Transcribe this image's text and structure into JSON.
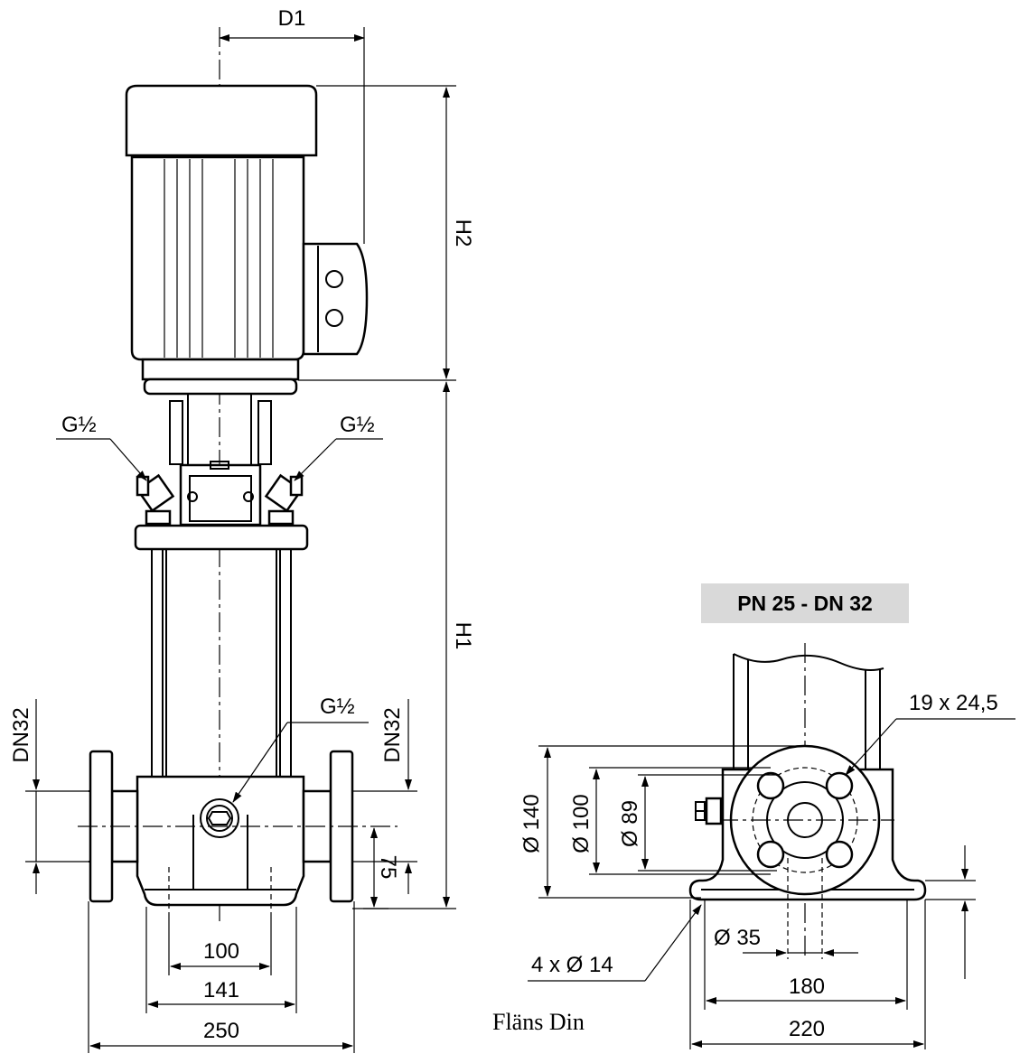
{
  "labels": {
    "d1": "D1",
    "h2": "H2",
    "h1": "H1",
    "g_left": "G½",
    "g_right": "G½",
    "g_bottom": "G½",
    "dn_left": "DN32",
    "dn_right": "DN32",
    "dim_75": "75",
    "dim_100": "100",
    "dim_141": "141",
    "dim_250": "250",
    "flange_caption": "Fläns Din",
    "flange_standard": "PN 25 - DN 32",
    "bolt_pattern": "19 x 24,5",
    "dia_140": "Ø 140",
    "dia_100": "Ø 100",
    "dia_89": "Ø 89",
    "dia_35": "Ø 35",
    "holes": "4 x Ø 14",
    "dim_180": "180",
    "dim_220": "220"
  },
  "colors": {
    "line": "#000000",
    "badge_fill": "#d9d9d9"
  }
}
